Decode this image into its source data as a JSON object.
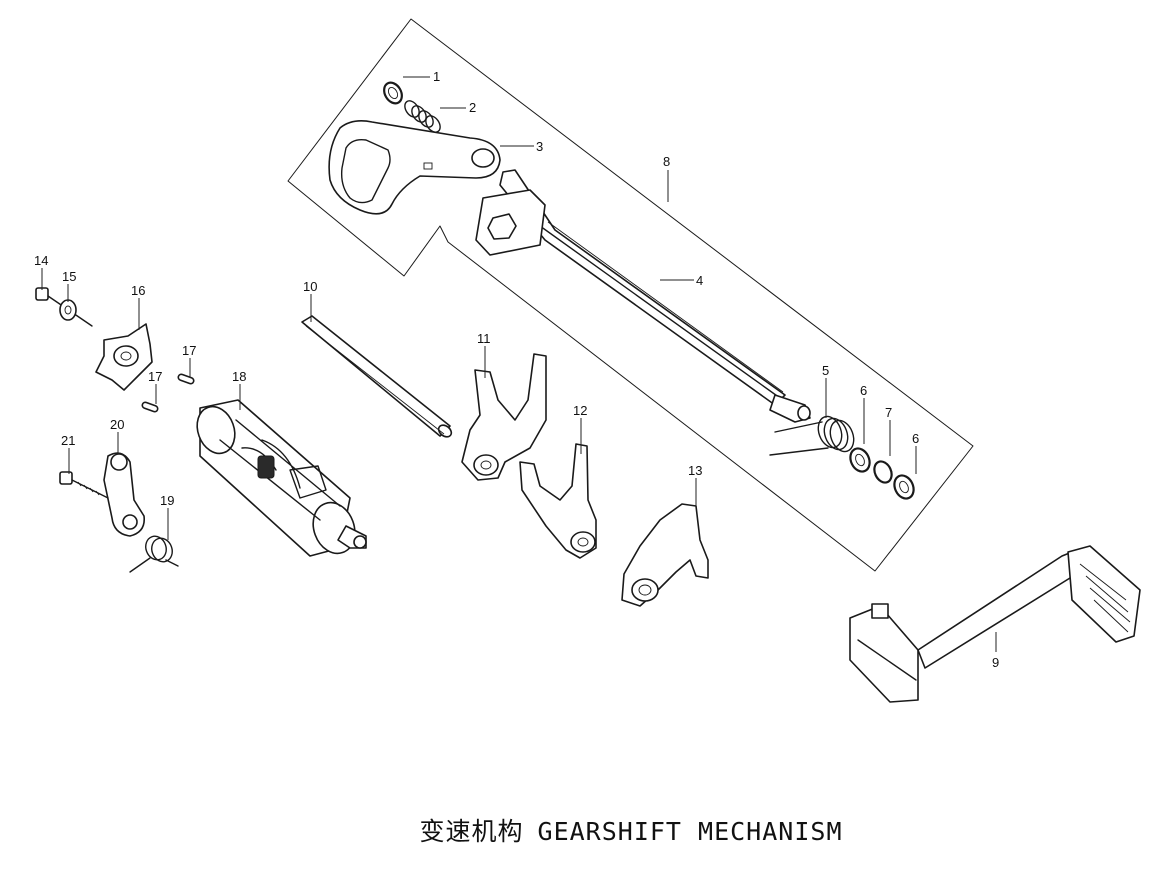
{
  "callouts": {
    "c1": "1",
    "c2": "2",
    "c3": "3",
    "c4": "4",
    "c5": "5",
    "c6a": "6",
    "c6b": "6",
    "c7": "7",
    "c8": "8",
    "c9": "9",
    "c10": "10",
    "c11": "11",
    "c12": "12",
    "c13": "13",
    "c14": "14",
    "c15": "15",
    "c16": "16",
    "c17a": "17",
    "c17b": "17",
    "c18": "18",
    "c19": "19",
    "c20": "20",
    "c21": "21"
  },
  "caption": {
    "chinese": "变速机构",
    "english": "GEARSHIFT MECHANISM"
  },
  "colors": {
    "ink": "#1a1a1a",
    "background": "#ffffff"
  }
}
